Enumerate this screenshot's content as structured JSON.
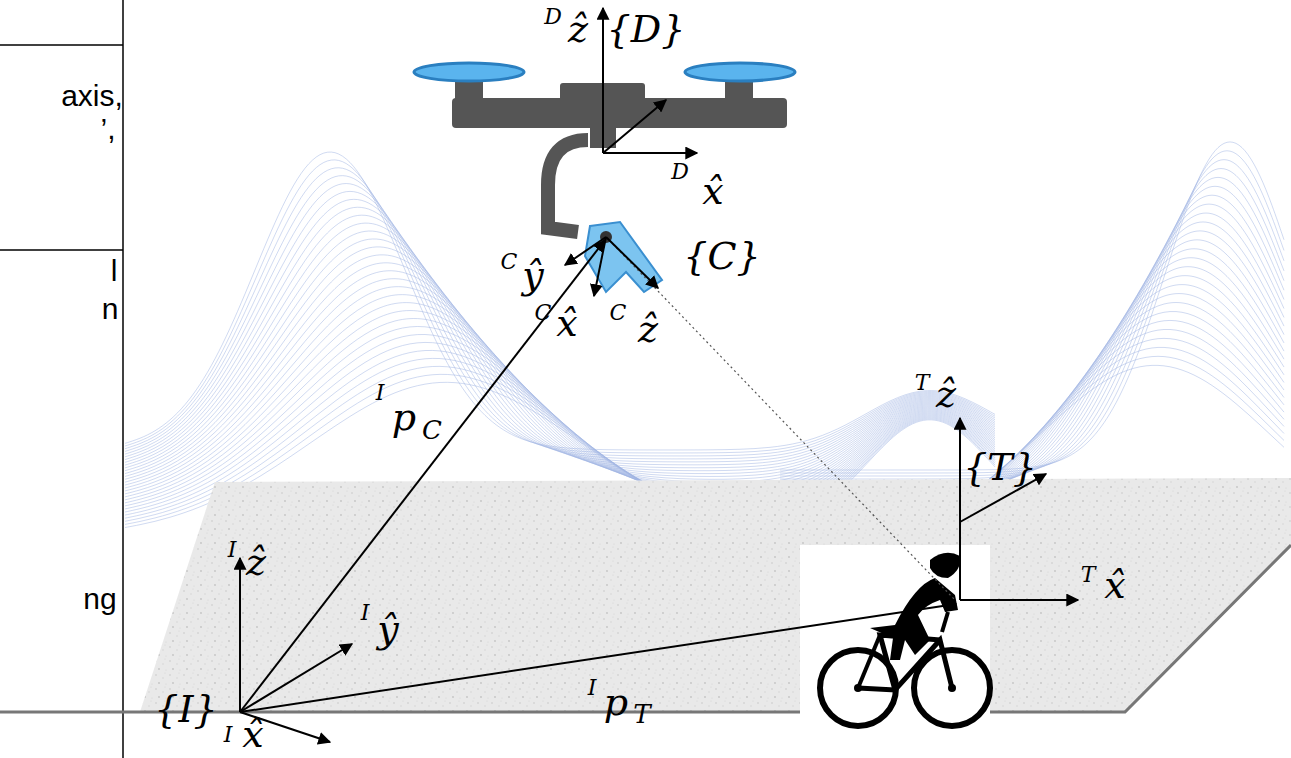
{
  "diagram": {
    "labels": [
      "axis,",
      "’,",
      "l",
      "n",
      "ng",
      "D",
      "ẑ",
      "{D}",
      "D",
      "x̂",
      "{C}",
      "C",
      "ŷ",
      "C",
      "x̂",
      "C",
      "ẑ",
      "I",
      "p",
      "C",
      "T",
      "ẑ",
      "{T}",
      "T",
      "x̂",
      "I",
      "ẑ",
      "I",
      "ŷ",
      "{I}",
      "I",
      "p",
      "T",
      "I",
      "x̂"
    ]
  }
}
